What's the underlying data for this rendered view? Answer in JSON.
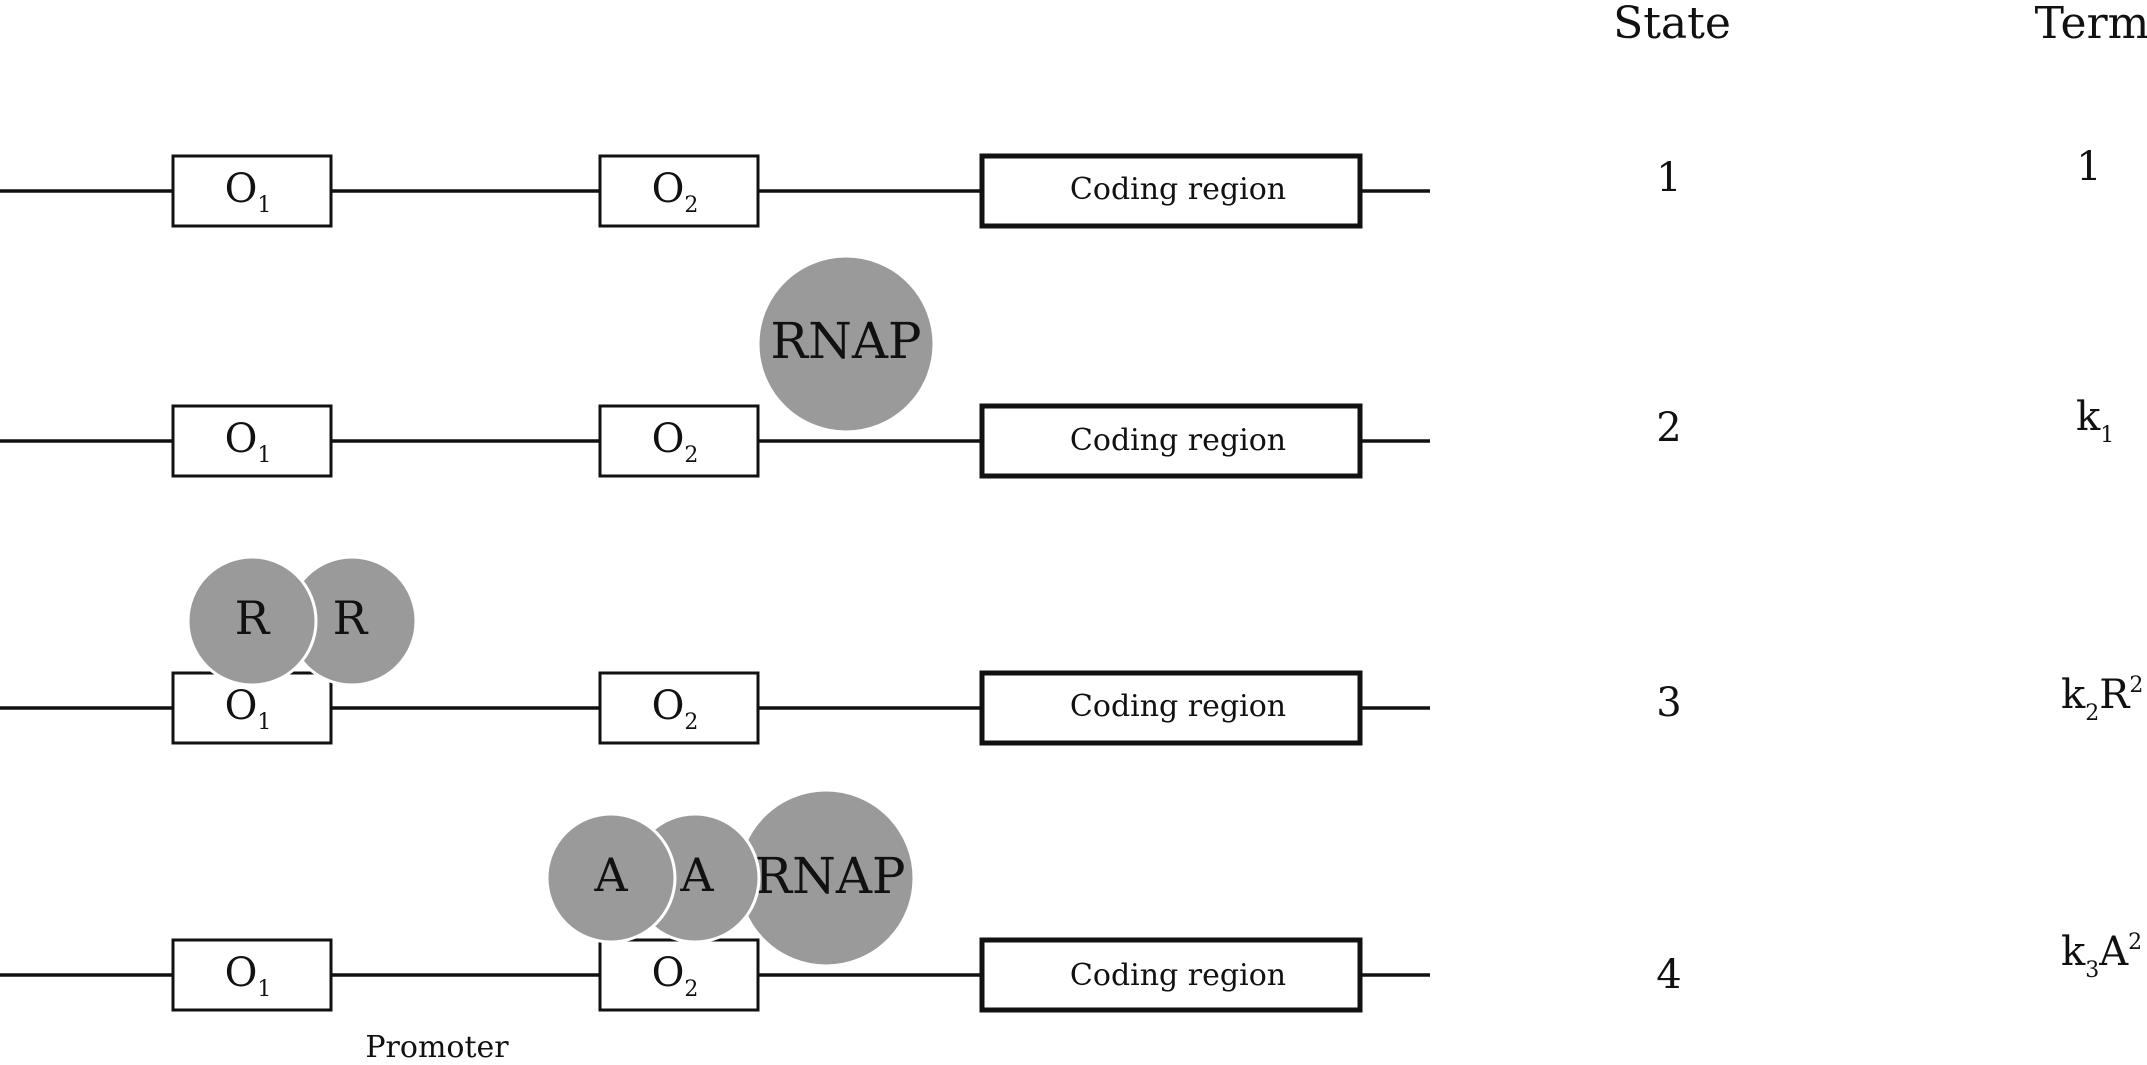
{
  "headers": {
    "state": "State",
    "term": "Term"
  },
  "rows": [
    {
      "state": "1",
      "term": {
        "main": "1",
        "sub": "",
        "var": "",
        "sup": ""
      },
      "operators": [
        {
          "letter": "O",
          "sub": "1"
        },
        {
          "letter": "O",
          "sub": "2"
        }
      ],
      "coding": "Coding region",
      "proteins": []
    },
    {
      "state": "2",
      "term": {
        "main": "k",
        "sub": "1",
        "var": "",
        "sup": ""
      },
      "operators": [
        {
          "letter": "O",
          "sub": "1"
        },
        {
          "letter": "O",
          "sub": "2"
        }
      ],
      "coding": "Coding region",
      "proteins": [
        {
          "label": "RNAP"
        }
      ]
    },
    {
      "state": "3",
      "term": {
        "main": "k",
        "sub": "2",
        "var": "R",
        "sup": "2"
      },
      "operators": [
        {
          "letter": "O",
          "sub": "1"
        },
        {
          "letter": "O",
          "sub": "2"
        }
      ],
      "coding": "Coding region",
      "proteins": [
        {
          "label": "R"
        },
        {
          "label": "R"
        }
      ]
    },
    {
      "state": "4",
      "term": {
        "main": "k",
        "sub": "3",
        "var": "A",
        "sup": "2"
      },
      "operators": [
        {
          "letter": "O",
          "sub": "1"
        },
        {
          "letter": "O",
          "sub": "2"
        }
      ],
      "coding": "Coding region",
      "proteins": [
        {
          "label": "A"
        },
        {
          "label": "A"
        },
        {
          "label": "RNAP"
        }
      ]
    }
  ],
  "promoter_label": "Promoter",
  "colors": {
    "protein": "#9a9a9a",
    "line": "#111111",
    "background": "#ffffff"
  }
}
